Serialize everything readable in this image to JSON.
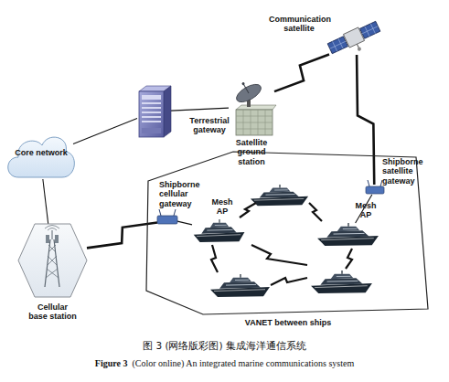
{
  "diagram": {
    "caption": "图 3 (网络版彩图) 集成海洋通信系统",
    "nodes": [
      {
        "text": [
          "Communication satellite"
        ]
      },
      {
        "text": [
          "Terrestrial gateway"
        ]
      },
      {
        "text": [
          "Satellite ground station"
        ]
      },
      {
        "text": [
          "Core network"
        ]
      },
      {
        "text": [
          "VANET between ships"
        ]
      },
      {
        "text": [
          "Shipborne cellular gateway"
        ],
        "in": 4
      },
      {
        "text": [
          "Mesh AP"
        ],
        "in": 4
      },
      {
        "text": [
          "Shipborne satellite gateway"
        ],
        "in": 4
      },
      {
        "text": [
          "Mesh AP"
        ],
        "in": 4
      },
      {
        "text": [
          "Cellular base station"
        ]
      }
    ],
    "edges": [
      {
        "from": 3,
        "to": 1,
        "arrow": "none"
      },
      {
        "from": 1,
        "to": 2,
        "arrow": "none"
      },
      {
        "from": 2,
        "to": 0,
        "arrow": "none"
      },
      {
        "from": 0,
        "to": 7,
        "arrow": "none"
      },
      {
        "from": 3,
        "to": 9,
        "arrow": "none"
      },
      {
        "from": 9,
        "to": 5,
        "arrow": "none"
      },
      {
        "from": 5,
        "to": 6,
        "arrow": "none"
      },
      {
        "from": 7,
        "to": 8,
        "arrow": "none"
      }
    ],
    "labels": [
      "Figure 3",
      "(Color online) An integrated marine communications system"
    ]
  }
}
